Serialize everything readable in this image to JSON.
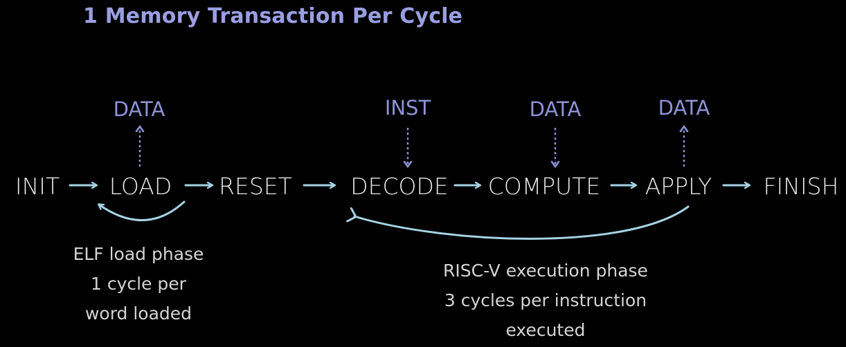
{
  "title": "1 Memory Transaction Per Cycle",
  "states": {
    "init": "INIT",
    "load": "LOAD",
    "reset": "RESET",
    "decode": "DECODE",
    "compute": "COMPUTE",
    "apply": "APPLY",
    "finish": "FINISH"
  },
  "memory_ops": {
    "load": {
      "label": "DATA",
      "direction": "up"
    },
    "decode": {
      "label": "INST",
      "direction": "down"
    },
    "compute": {
      "label": "DATA",
      "direction": "down"
    },
    "apply": {
      "label": "DATA",
      "direction": "up"
    }
  },
  "captions": {
    "load_phase": [
      "ELF load phase",
      "1 cycle per",
      "word loaded"
    ],
    "exec_phase": [
      "RISC-V execution phase",
      "3 cycles per instruction",
      "executed"
    ]
  },
  "colors": {
    "background": "#000000",
    "title": "#9a9fe3",
    "state_text": "#e9e9e9",
    "memory_label": "#8e93d6",
    "arrow": "#a6d3e4",
    "dotted_arrow": "#8e93d6",
    "caption": "#d4d4d4"
  }
}
